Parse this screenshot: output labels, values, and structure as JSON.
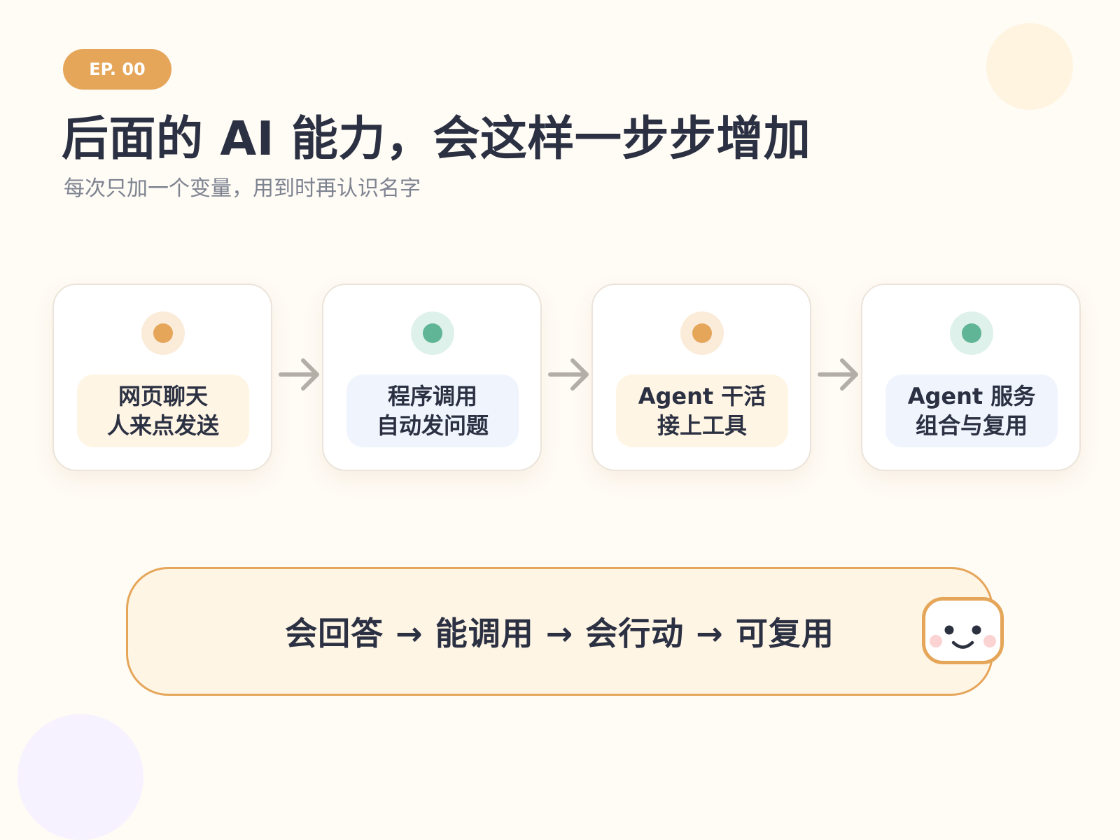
{
  "header": {
    "badge": "EP. 00",
    "title": "后面的 AI 能力，会这样一步步增加",
    "subtitle": "每次只加一个变量，用到时再认识名字"
  },
  "colors": {
    "accent_orange": "#e5a659",
    "accent_green": "#5fb596",
    "warm_fill": "#fff5e5",
    "cool_fill": "#f0f4fd"
  },
  "steps": [
    {
      "line1": "网页聊天",
      "line2": "人来点发送",
      "dot_color": "#e5a659",
      "dot_halo": "#fbebd9",
      "label_bg": "#fff5e5"
    },
    {
      "line1": "程序调用",
      "line2": "自动发问题",
      "dot_color": "#5fb596",
      "dot_halo": "#def1ea",
      "label_bg": "#f0f4fd"
    },
    {
      "line1": "Agent 干活",
      "line2": "接上工具",
      "dot_color": "#e5a659",
      "dot_halo": "#fbebd9",
      "label_bg": "#fff5e5"
    },
    {
      "line1": "Agent 服务",
      "line2": "组合与复用",
      "dot_color": "#5fb596",
      "dot_halo": "#def1ea",
      "label_bg": "#f0f4fd"
    }
  ],
  "icons": {
    "step_dot": "dot-icon",
    "step_arrow": "arrow-right-icon",
    "mascot": "smiley-face-icon"
  },
  "summary": {
    "text": "会回答 → 能调用 → 会行动 → 可复用"
  }
}
